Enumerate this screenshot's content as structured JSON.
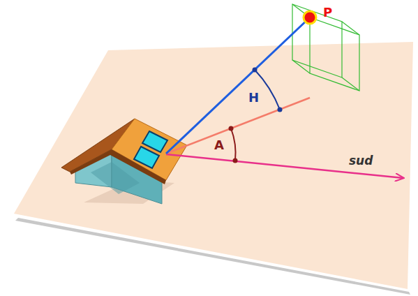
{
  "diagram": {
    "labels": [
      "P",
      "H",
      "A",
      "sud"
    ]
  }
}
